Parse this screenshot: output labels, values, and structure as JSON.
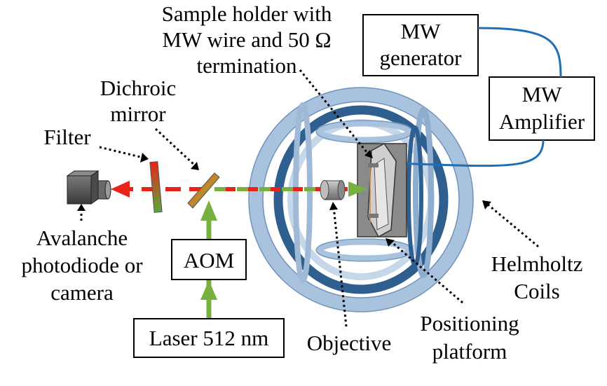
{
  "labels": {
    "sample_holder": [
      "Sample holder with",
      "MW wire and 50 Ω",
      "termination"
    ],
    "dichroic": [
      "Dichroic",
      "mirror"
    ],
    "filter": "Filter",
    "mw_generator": [
      "MW",
      "generator"
    ],
    "mw_amplifier": [
      "MW",
      "Amplifier"
    ],
    "avalanche": [
      "Avalanche",
      "photodiode or",
      "camera"
    ],
    "aom": "AOM",
    "laser": "Laser 512 nm",
    "objective": "Objective",
    "positioning": [
      "Positioning",
      "platform"
    ],
    "helmholtz": [
      "Helmholtz",
      "Coils"
    ]
  },
  "colors": {
    "green_beam": "#77b03f",
    "red_beam": "#e8241a",
    "coil_light": "#b8cde4",
    "coil_dark": "#2e5f8f",
    "mw_cable": "#1f6fb5",
    "platform": "#8a8a8a",
    "camera": "#555555"
  }
}
